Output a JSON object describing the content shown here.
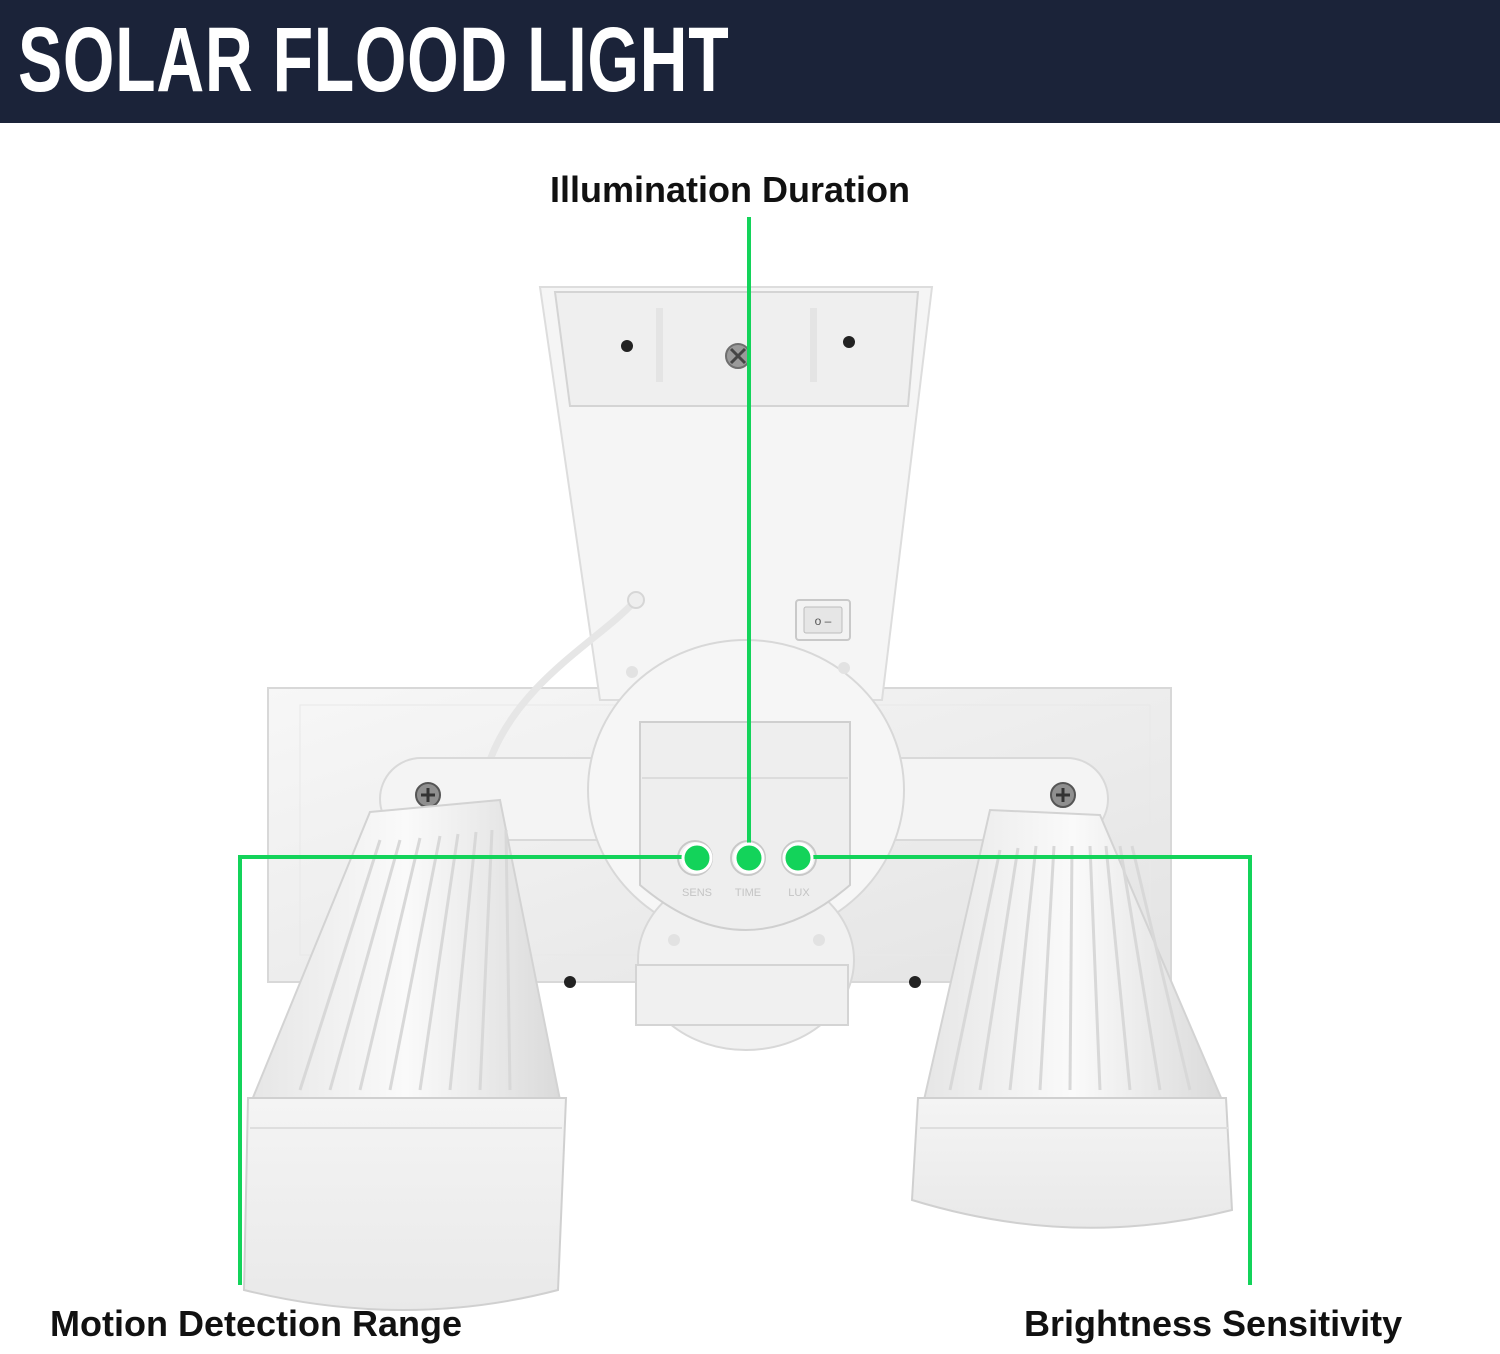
{
  "header": {
    "title": "SOLAR FLOOD LIGHT"
  },
  "callouts": {
    "top": "Illumination Duration",
    "left": "Motion Detection Range",
    "right": "Brightness Sensitivity"
  },
  "dials": {
    "sens": "SENS",
    "time": "TIME",
    "lux": "LUX"
  },
  "switch": {
    "symbols": "o –"
  },
  "colors": {
    "banner": "#1b2339",
    "accent": "#13d35a",
    "body": "#f2f2f2",
    "text": "#111111"
  }
}
